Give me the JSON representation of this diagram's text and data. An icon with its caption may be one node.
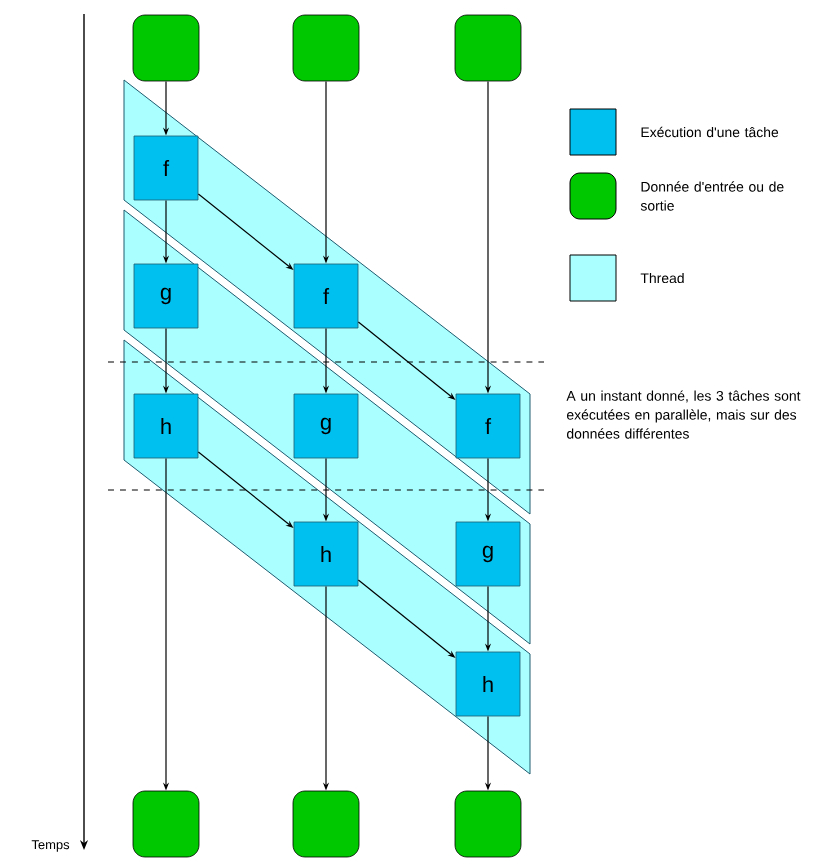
{
  "diagram": {
    "nodes": [
      {
        "text": [],
        "shape": "box"
      },
      {
        "text": [],
        "shape": "box"
      },
      {
        "text": [],
        "shape": "box"
      },
      {
        "text": [],
        "shape": "band"
      },
      {
        "text": [
          "f"
        ],
        "in": 3
      },
      {
        "text": [
          "f"
        ],
        "in": 3
      },
      {
        "text": [
          "f"
        ],
        "in": 3
      },
      {
        "text": [],
        "shape": "band"
      },
      {
        "text": [
          "g"
        ],
        "in": 7
      },
      {
        "text": [
          "g"
        ],
        "in": 7
      },
      {
        "text": [
          "g"
        ],
        "in": 7
      },
      {
        "text": [],
        "shape": "band"
      },
      {
        "text": [
          "h"
        ],
        "in": 11
      },
      {
        "text": [
          "h"
        ],
        "in": 11
      },
      {
        "text": [
          "h"
        ],
        "in": 11
      },
      {
        "text": [],
        "shape": "box"
      },
      {
        "text": [],
        "shape": "box"
      },
      {
        "text": [],
        "shape": "box"
      }
    ],
    "edges": [
      {
        "from": 0,
        "to": 4,
        "arrow": "to"
      },
      {
        "from": 1,
        "to": 5,
        "arrow": "to"
      },
      {
        "from": 2,
        "to": 6,
        "arrow": "to"
      },
      {
        "from": 4,
        "to": 8,
        "arrow": "to"
      },
      {
        "from": 4,
        "to": 5,
        "arrow": "to"
      },
      {
        "from": 5,
        "to": 9,
        "arrow": "to"
      },
      {
        "from": 5,
        "to": 6,
        "arrow": "to"
      },
      {
        "from": 6,
        "to": 10,
        "arrow": "to"
      },
      {
        "from": 8,
        "to": 12,
        "arrow": "to"
      },
      {
        "from": 9,
        "to": 13,
        "arrow": "to"
      },
      {
        "from": 10,
        "to": 14,
        "arrow": "to"
      },
      {
        "from": 12,
        "to": 13,
        "arrow": "to"
      },
      {
        "from": 13,
        "to": 14,
        "arrow": "to"
      },
      {
        "from": 12,
        "to": 15,
        "arrow": "to"
      },
      {
        "from": 13,
        "to": 16,
        "arrow": "to"
      },
      {
        "from": 14,
        "to": 17,
        "arrow": "to"
      }
    ],
    "labels": [
      "A un instant donné, les 3 tâches sont exécutées en parallèle, mais sur des données différentes",
      "Temps"
    ],
    "legend": [
      {
        "text": "Exécution d'une tâche",
        "color": "#00c0f0"
      },
      {
        "text": "Donnée d'entrée ou de sortie",
        "color": "#00c800"
      },
      {
        "text": "Thread",
        "color": "#aaffff"
      }
    ]
  }
}
